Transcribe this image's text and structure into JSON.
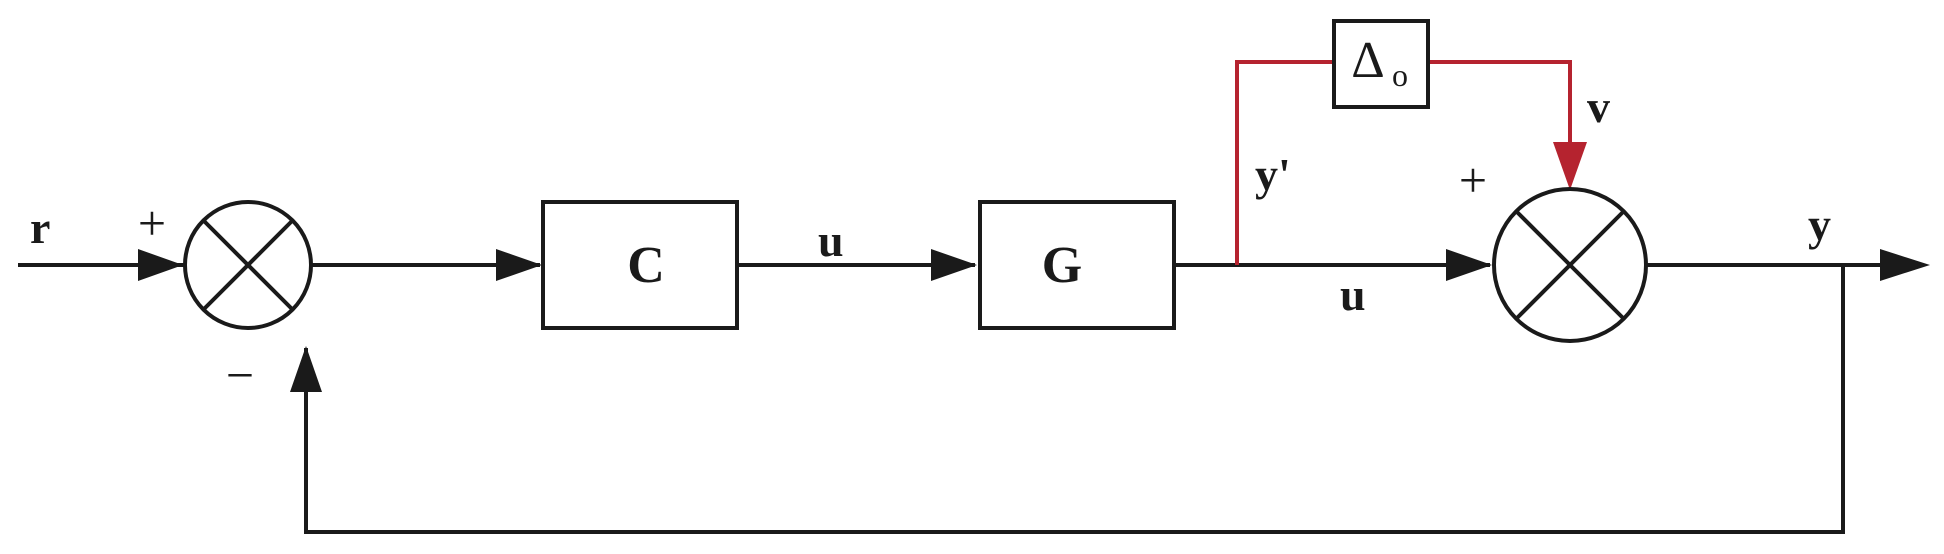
{
  "signals": {
    "r": "r",
    "u1": "u",
    "u2": "u",
    "y_prime": "y'",
    "v": "v",
    "y": "y"
  },
  "signs": {
    "sum1_plus": "+",
    "sum1_minus": "−",
    "sum2_plus": "+"
  },
  "blocks": {
    "controller": "C",
    "plant": "G",
    "uncertainty_main": "Δ",
    "uncertainty_sub": "o"
  },
  "colors": {
    "line": "#1a1a1a",
    "uncertainty_path": "#b5232f"
  }
}
